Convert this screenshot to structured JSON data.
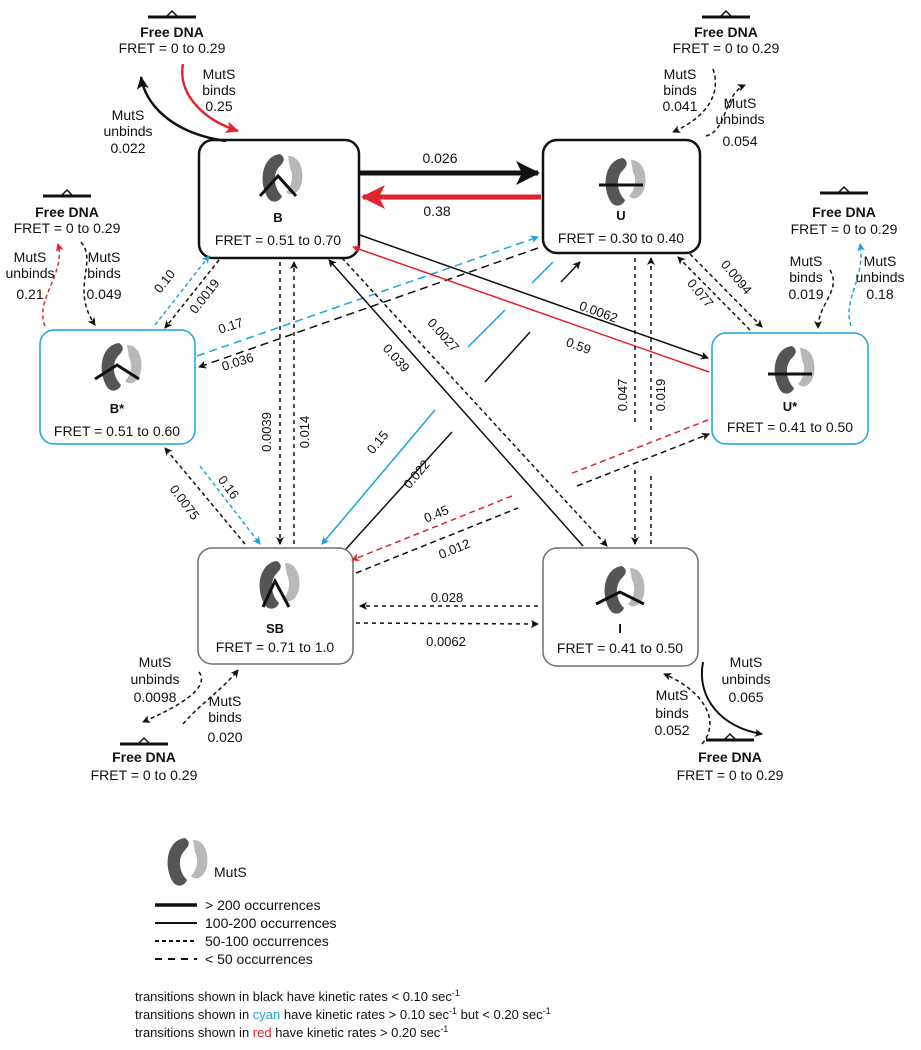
{
  "colors": {
    "black": "#111111",
    "cyan": "#1aa3de",
    "red": "#e3232b",
    "gray": "#6e6e6e",
    "protein_dark": "#555555",
    "protein_light": "#b8b8b8"
  },
  "states": {
    "B": {
      "name": "B",
      "fret": "FRET = 0.51 to 0.70"
    },
    "U": {
      "name": "U",
      "fret": "FRET = 0.30 to 0.40"
    },
    "Bstar": {
      "name": "B*",
      "fret": "FRET = 0.51 to 0.60"
    },
    "Ustar": {
      "name": "U*",
      "fret": "FRET = 0.41 to 0.50"
    },
    "SB": {
      "name": "SB",
      "fret": "FRET = 0.71 to 1.0"
    },
    "I": {
      "name": "I",
      "fret": "FRET = 0.41 to 0.50"
    }
  },
  "free_dna": {
    "title": "Free DNA",
    "fret": "FRET = 0 to 0.29"
  },
  "binding": {
    "B": {
      "binds": [
        "MutS",
        "binds",
        "0.25"
      ],
      "unbinds": [
        "MutS",
        "unbinds",
        "0.022"
      ]
    },
    "U": {
      "binds": [
        "MutS",
        "binds",
        "0.041"
      ],
      "unbinds": [
        "MutS",
        "unbinds",
        "0.054"
      ]
    },
    "Bstar": {
      "binds": [
        "MutS",
        "binds",
        "0.049"
      ],
      "unbinds": [
        "MutS",
        "unbinds",
        "0.21"
      ]
    },
    "Ustar": {
      "binds": [
        "MutS",
        "binds",
        "0.019"
      ],
      "unbinds": [
        "MutS",
        "unbinds",
        "0.18"
      ]
    },
    "SB": {
      "binds": [
        "MutS",
        "binds",
        "0.020"
      ],
      "unbinds": [
        "MutS",
        "unbinds",
        "0.0098"
      ]
    },
    "I": {
      "binds": [
        "MutS",
        "binds",
        "0.052"
      ],
      "unbinds": [
        "MutS",
        "unbinds",
        "0.065"
      ]
    }
  },
  "rates": {
    "B_to_U": "0.026",
    "U_to_B": "0.38",
    "B_to_Bstar": "0.0019",
    "Bstar_to_B": "0.10",
    "U_to_Bstar": "0.036",
    "Bstar_to_U": "0.17",
    "B_to_Ustar": "0.0062",
    "Ustar_to_B": "0.59",
    "U_to_Ustar": "0.0094",
    "Ustar_to_U": "0.077",
    "B_to_SB": "0.0039",
    "SB_to_B": "0.014",
    "I_to_B": "0.039",
    "B_to_I": "0.0027",
    "U_to_SB": "0.15",
    "SB_to_U": "0.022",
    "Ustar_to_SB": "0.45",
    "SB_to_Ustar": "0.012",
    "U_to_I": "0.047",
    "I_to_U": "0.019",
    "Bstar_to_SB": "0.16",
    "SB_to_Bstar": "0.0075",
    "I_to_SB": "0.028",
    "SB_to_I": "0.0062"
  },
  "legend": {
    "muts_label": "MutS",
    "lines": [
      "> 200 occurrences",
      "100-200 occurrences",
      "50-100 occurrences",
      "< 50 occurrences"
    ]
  },
  "notes": {
    "black": {
      "pre": "transitions shown in black have kinetic rates < 0.10 sec",
      "sup": "-1"
    },
    "cyan": {
      "pre": "transitions shown in ",
      "word": "cyan",
      "mid": " have kinetic rates > 0.10 sec",
      "sup1": "-1",
      "mid2": " but < 0.20 sec",
      "sup2": "-1"
    },
    "red": {
      "pre": "transitions shown in ",
      "word": "red",
      "mid": " have kinetic rates > 0.20 sec",
      "sup": "-1"
    }
  }
}
